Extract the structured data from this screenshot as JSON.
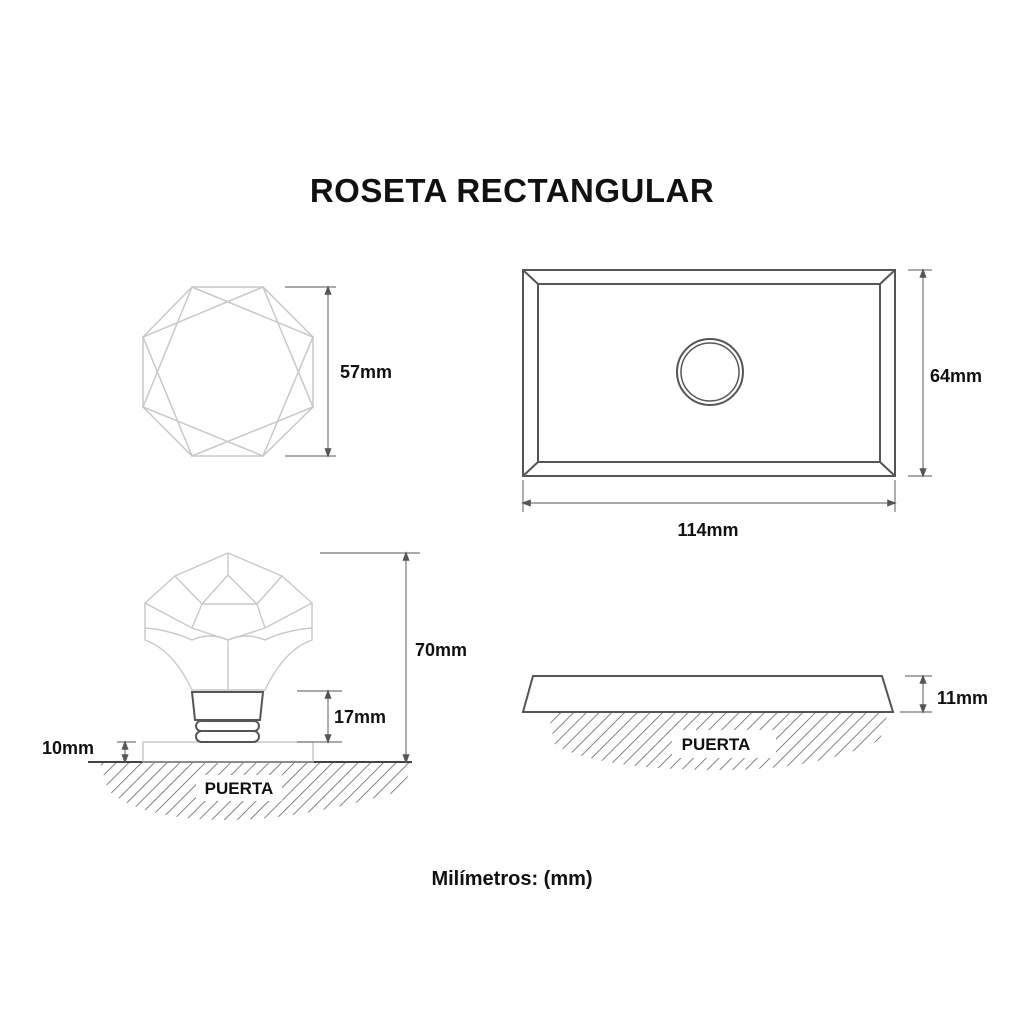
{
  "title": "ROSETA RECTANGULAR",
  "footer": "Milímetros: (mm)",
  "views": {
    "knob_top": {
      "dimension": "57mm"
    },
    "rosette_top": {
      "height": "64mm",
      "width": "114mm"
    },
    "knob_side": {
      "total_height": "70mm",
      "neck_height": "17mm",
      "base_height": "10mm",
      "surface_label": "PUERTA"
    },
    "rosette_side": {
      "thickness": "11mm",
      "surface_label": "PUERTA"
    }
  },
  "colors": {
    "line_light": "#c8c8c8",
    "line_dark": "#555555",
    "text": "#111111"
  }
}
